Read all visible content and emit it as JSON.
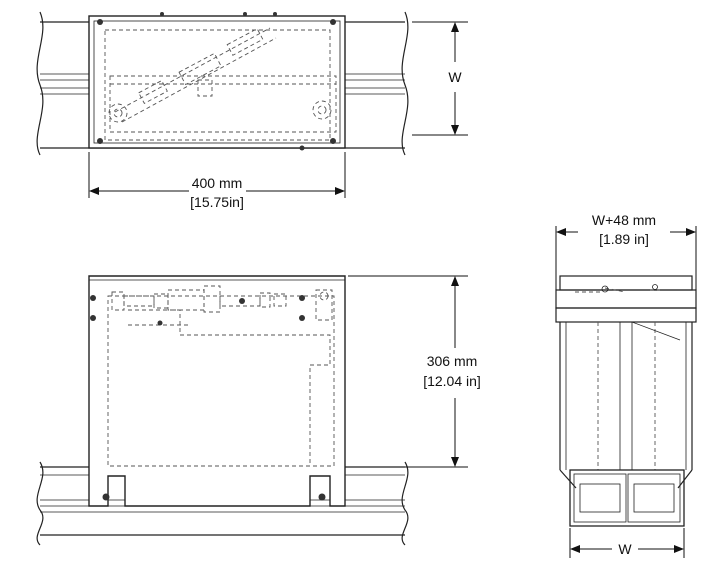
{
  "dimensions": {
    "top_view_width": {
      "value": "400 mm",
      "alt": "[15.75in]"
    },
    "top_view_depth": {
      "value": "W"
    },
    "front_view_height": {
      "value": "306 mm",
      "alt": "[12.04 in]"
    },
    "side_view_width": {
      "value": "W+48 mm",
      "alt": "[1.89 in]"
    },
    "side_view_base": {
      "value": "W"
    }
  },
  "colors": {
    "line": "#222222",
    "hidden": "#555555",
    "background": "#ffffff"
  }
}
